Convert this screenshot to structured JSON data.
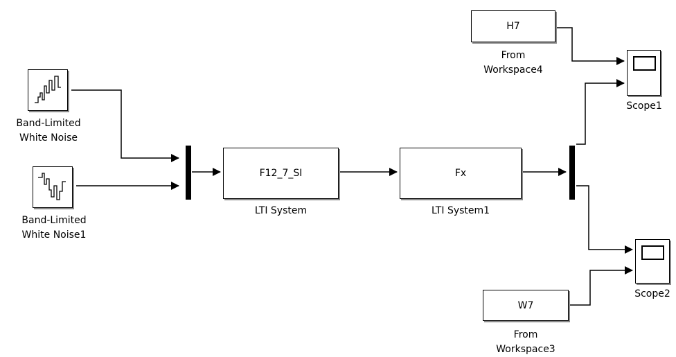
{
  "blocks": {
    "h7": {
      "text": "H7",
      "label_line1": "From",
      "label_line2": "Workspace4"
    },
    "w7": {
      "text": "W7",
      "label_line1": "From",
      "label_line2": "Workspace3"
    },
    "lti": {
      "text": "F12_7_SI",
      "label": "LTI System"
    },
    "lti1": {
      "text": "Fx",
      "label": "LTI System1"
    },
    "noise": {
      "label_line1": "Band-Limited",
      "label_line2": "White Noise"
    },
    "noise1": {
      "label_line1": "Band-Limited",
      "label_line2": "White Noise1"
    },
    "scope1": {
      "label": "Scope1"
    },
    "scope2": {
      "label": "Scope2"
    }
  },
  "colors": {
    "line": "#000000",
    "block_border": "#000000",
    "shadow": "#8a8a8a",
    "background": "#ffffff"
  }
}
